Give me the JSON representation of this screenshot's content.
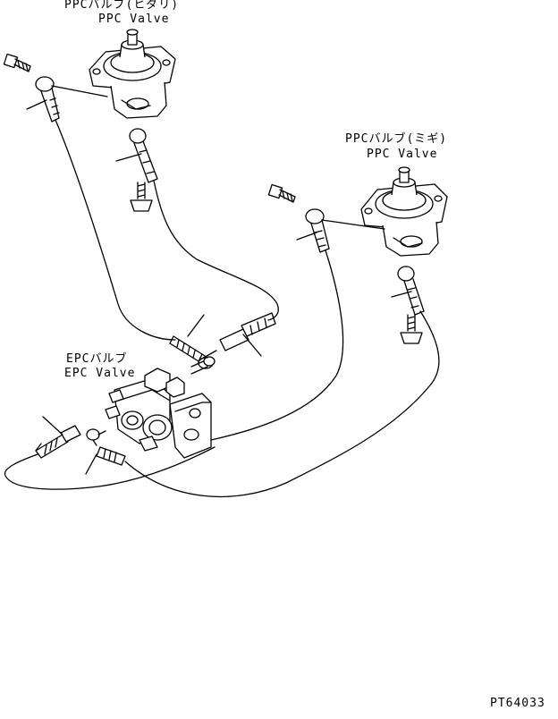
{
  "labels": {
    "ppc_left_jp": "PPCバルブ(ヒダリ)",
    "ppc_left_en": "PPC Valve",
    "ppc_right_jp": "PPCバルブ(ミギ)",
    "ppc_right_en": "PPC Valve",
    "epc_jp": "EPCバルブ",
    "epc_en": "EPC Valve",
    "drawing_number": "PT64033"
  }
}
